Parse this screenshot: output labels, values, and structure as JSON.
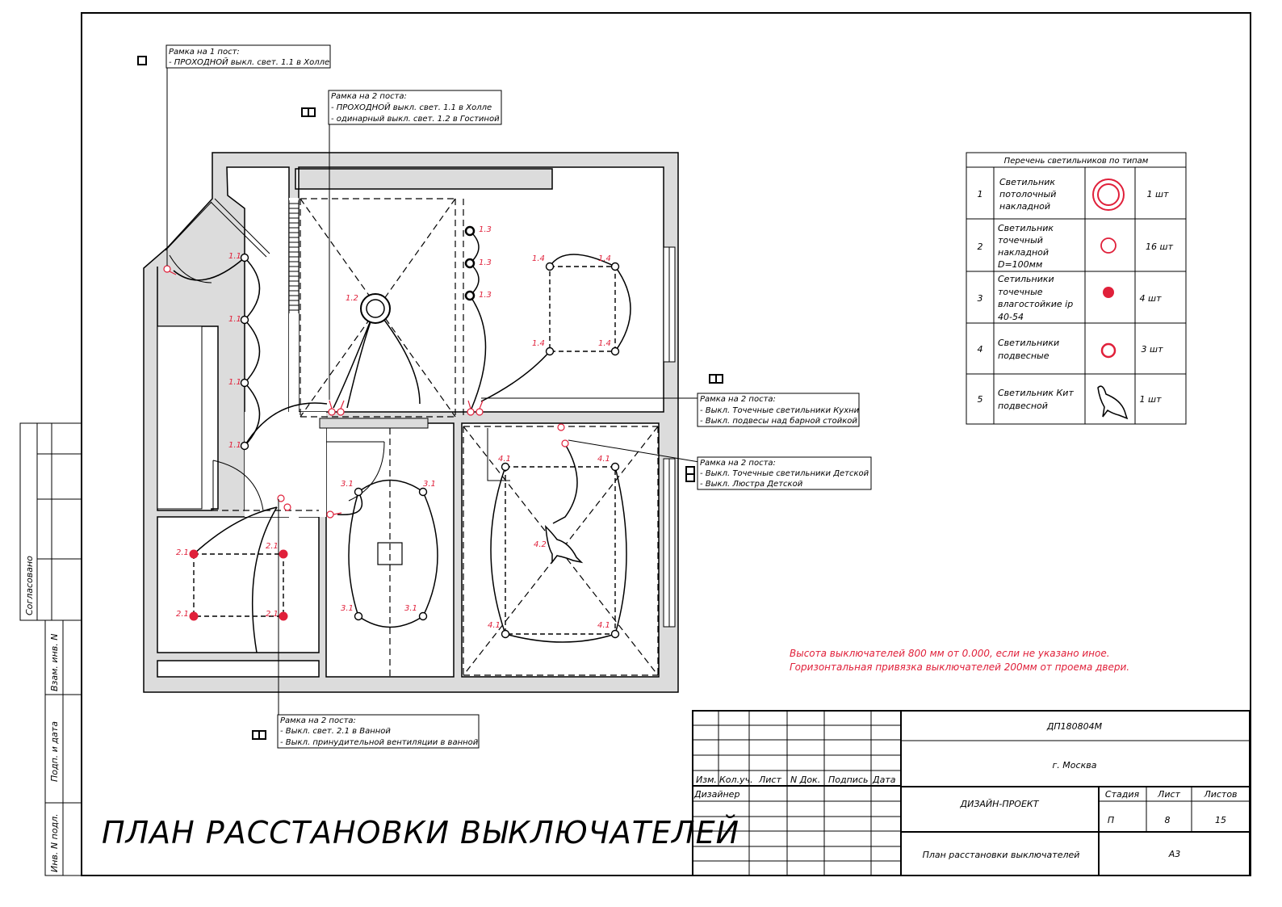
{
  "drawing_title": "ПЛАН РАССТАНОВКИ ВЫКЛЮЧАТЕЛЕЙ",
  "callouts": [
    {
      "title": "Рамка на 1 пост:",
      "lines": [
        "- ПРОХОДНОЙ выкл. свет. 1.1 в Холле"
      ]
    },
    {
      "title": "Рамка на 2 поста:",
      "lines": [
        "- ПРОХОДНОЙ выкл. свет. 1.1 в Холле",
        "- одинарный выкл. свет. 1.2 в Гостиной"
      ]
    },
    {
      "title": "Рамка на 2 поста:",
      "lines": [
        "- Выкл. Точечные светильники Кухни",
        "- Выкл. подвесы над барной стойкой"
      ]
    },
    {
      "title": "Рамка на 2 поста:",
      "lines": [
        "- Выкл. Точечные светильники Детской",
        "- Выкл. Люстра Детской"
      ]
    },
    {
      "title": "Рамка на 2 поста:",
      "lines": [
        "- Выкл. свет. 2.1 в Ванной",
        "- Выкл. принудительной вентиляции в ванной"
      ]
    }
  ],
  "fixture_table": {
    "title": "Перечень светильников по типам",
    "rows": [
      {
        "num": "1",
        "name": [
          "Светильник",
          "потолочный",
          "накладной"
        ],
        "qty": "1 шт"
      },
      {
        "num": "2",
        "name": [
          "Светильник",
          "точечный",
          "накладной",
          "D=100мм"
        ],
        "qty": "16 шт"
      },
      {
        "num": "3",
        "name": [
          "Сетильники",
          "точечные",
          "влагостойкие ip",
          "40-54"
        ],
        "qty": "4 шт"
      },
      {
        "num": "4",
        "name": [
          "Светильники",
          "подвесные"
        ],
        "qty": "3 шт"
      },
      {
        "num": "5",
        "name": [
          "Светильник Кит",
          "подвесной"
        ],
        "qty": "1 шт"
      }
    ]
  },
  "notes": [
    "Высота выключателей 800 мм от 0.000, если не указано иное.",
    "Горизонтальная привязка выключателей 200мм от проема двери."
  ],
  "plan_labels": {
    "l11": "1.1",
    "l12": "1.2",
    "l13": "1.3",
    "l14": "1.4",
    "l21": "2.1",
    "l31": "3.1",
    "l41": "4.1",
    "l42": "4.2"
  },
  "side_stamp": {
    "agreed": "Согласовано",
    "inv_ref": "Взам. инв. N",
    "sign_date": "Подп. и дата",
    "inv_orig": "Инв. N подл."
  },
  "title_block": {
    "code": "ДП180804М",
    "city": "г. Москва",
    "project": "ДИЗАЙН-ПРОЕКТ",
    "sheet_title": "План расстановки выключателей",
    "headers": [
      "Изм.",
      "Кол.уч.",
      "Лист",
      "N Док.",
      "Подпись",
      "Дата"
    ],
    "designer": "Дизайнер",
    "stage_label": "Стадия",
    "sheet_label": "Лист",
    "sheets_label": "Листов",
    "stage": "П",
    "sheet": "8",
    "sheets": "15",
    "format": "А3"
  },
  "colors": {
    "accent": "#e0203a",
    "wall": "#dcdcdc",
    "line": "#000000"
  }
}
